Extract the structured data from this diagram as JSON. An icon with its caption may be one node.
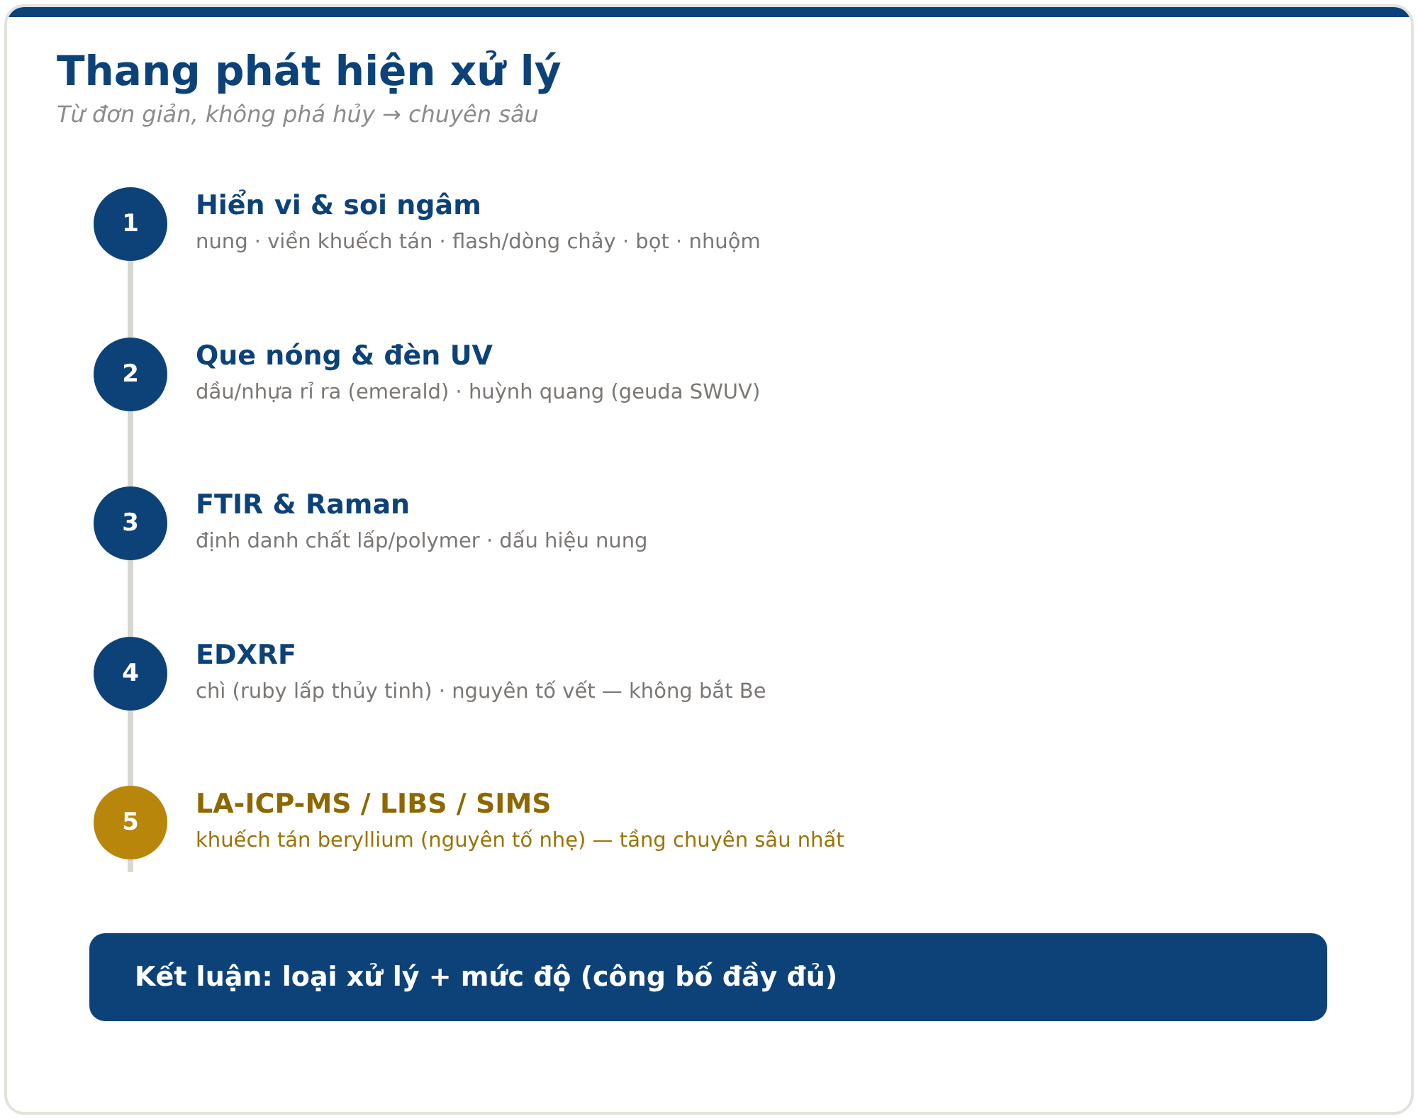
{
  "diagram": {
    "title": "Thang phát hiện xử lý",
    "nodes": [
      {
        "text": [
          "1"
        ],
        "beside": [
          "Hiển vi & soi ngâm",
          "nung · viền khuếch tán · flash/dòng chảy · bọt · nhuộm"
        ]
      },
      {
        "text": [
          "2"
        ],
        "beside": [
          "Que nóng & đèn UV",
          "dầu/nhựa rỉ ra (emerald) · huỳnh quang (geuda SWUV)"
        ]
      },
      {
        "text": [
          "3"
        ],
        "beside": [
          "FTIR & Raman",
          "định danh chất lấp/polymer · dấu hiệu nung"
        ]
      },
      {
        "text": [
          "4"
        ],
        "beside": [
          "EDXRF",
          "chì (ruby lấp thủy tinh) · nguyên tố vết — không bắt Be"
        ]
      },
      {
        "text": [
          "5"
        ],
        "beside": [
          "LA-ICP-MS / LIBS / SIMS",
          "khuếch tán beryllium (nguyên tố nhẹ) — tầng chuyên sâu nhất"
        ]
      },
      {
        "text": [
          "Kết luận: loại xử lý + mức độ (công bố đầy đủ)"
        ]
      }
    ],
    "edges": [
      {
        "from": 0,
        "to": 1,
        "arrow": "none"
      },
      {
        "from": 1,
        "to": 2,
        "arrow": "none"
      },
      {
        "from": 2,
        "to": 3,
        "arrow": "none"
      },
      {
        "from": 3,
        "to": 4,
        "arrow": "none"
      }
    ],
    "labels": [
      "Từ đơn giản, không phá hủy → chuyên sâu"
    ]
  }
}
